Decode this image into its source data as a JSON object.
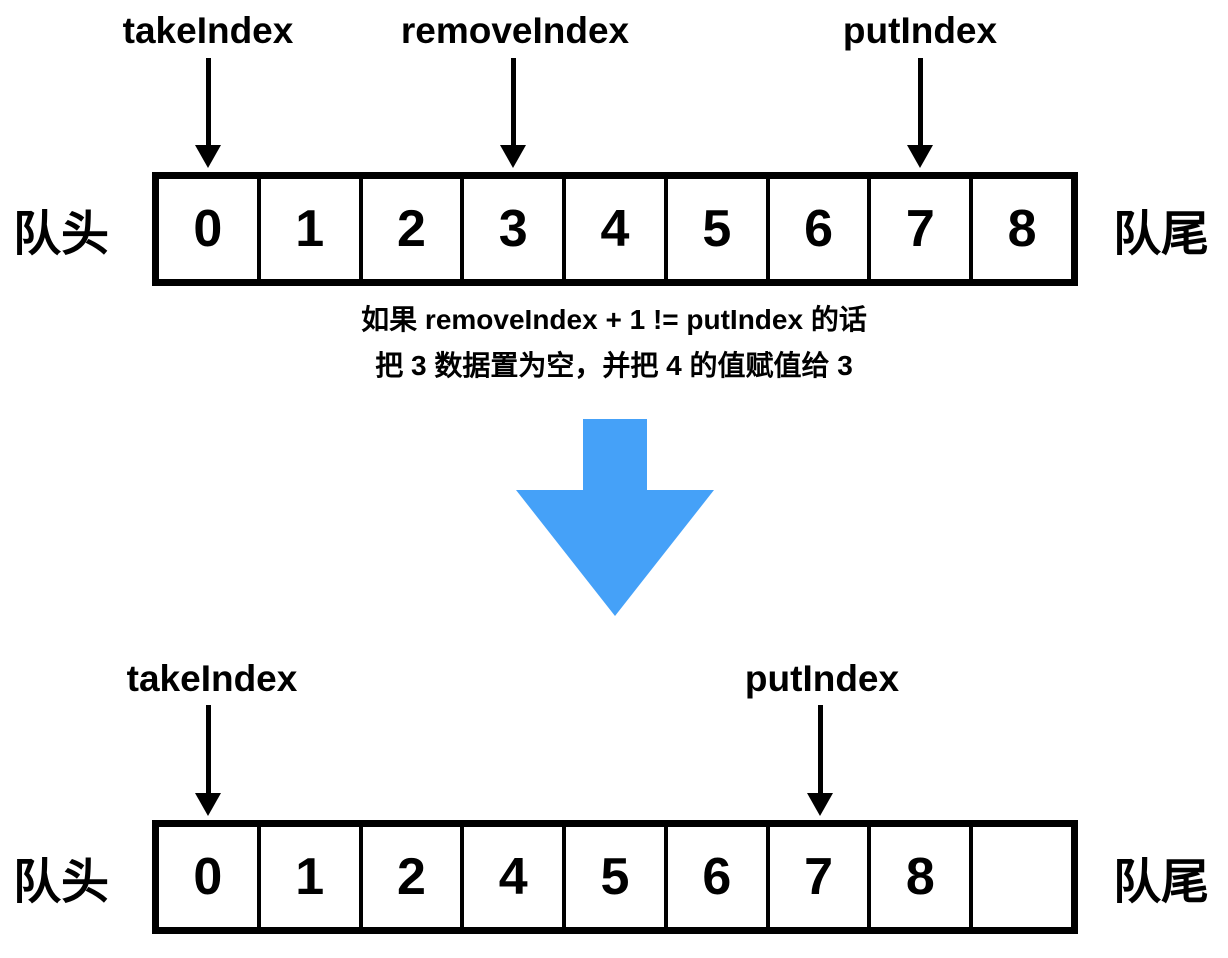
{
  "diagram": {
    "top_queue": {
      "head_label": "队头",
      "tail_label": "队尾",
      "cells": [
        "0",
        "1",
        "2",
        "3",
        "4",
        "5",
        "6",
        "7",
        "8"
      ],
      "pointers": [
        {
          "label": "takeIndex",
          "cell_index": 0
        },
        {
          "label": "removeIndex",
          "cell_index": 3
        },
        {
          "label": "putIndex",
          "cell_index": 7
        }
      ]
    },
    "caption": {
      "line1": "如果 removeIndex + 1 != putIndex 的话",
      "line2": "把 3 数据置为空，并把 4 的值赋值给 3"
    },
    "transition_arrow": {
      "icon": "down-arrow",
      "color": "#45A1F8"
    },
    "bottom_queue": {
      "head_label": "队头",
      "tail_label": "队尾",
      "cells": [
        "0",
        "1",
        "2",
        "4",
        "5",
        "6",
        "7",
        "8",
        ""
      ],
      "pointers": [
        {
          "label": "takeIndex",
          "cell_index": 0
        },
        {
          "label": "putIndex",
          "cell_index": 6
        }
      ]
    }
  }
}
